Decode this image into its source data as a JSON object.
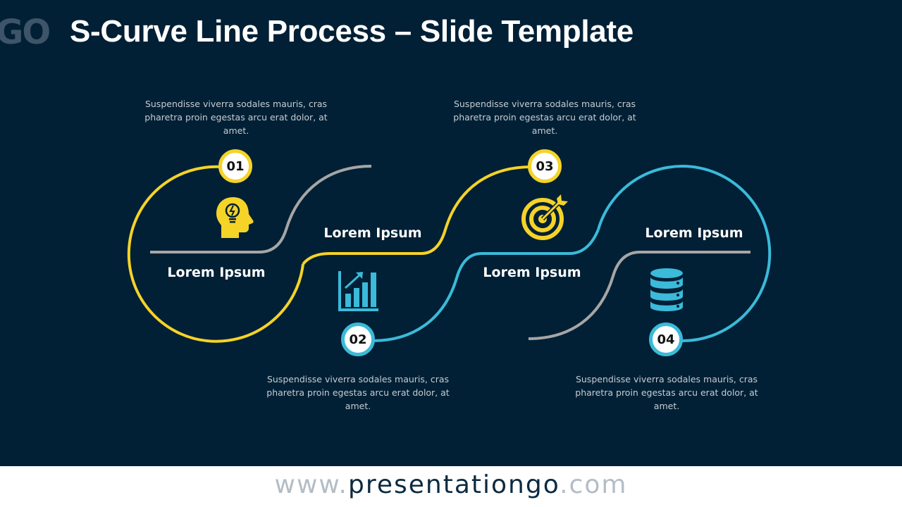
{
  "logo_mark": "GO",
  "title": "S-Curve Line Process – Slide Template",
  "steps": [
    {
      "number": "01",
      "label": "Lorem Ipsum",
      "description": "Suspendisse viverra sodales mauris, cras pharetra proin egestas arcu erat dolor, at amet.",
      "icon": "idea-head-icon",
      "color": "#f5d327"
    },
    {
      "number": "02",
      "label": "Lorem Ipsum",
      "description": "Suspendisse viverra sodales mauris, cras pharetra proin egestas arcu erat dolor, at amet.",
      "icon": "growth-chart-icon",
      "color": "#3bbad9"
    },
    {
      "number": "03",
      "label": "Lorem Ipsum",
      "description": "Suspendisse viverra sodales mauris, cras pharetra proin egestas arcu erat dolor, at amet.",
      "icon": "target-icon",
      "color": "#f5d327"
    },
    {
      "number": "04",
      "label": "Lorem Ipsum",
      "description": "Suspendisse viverra sodales mauris, cras pharetra proin egestas arcu erat dolor, at amet.",
      "icon": "database-icon",
      "color": "#3bbad9"
    }
  ],
  "colors": {
    "background": "#012035",
    "yellow": "#f5d327",
    "blue": "#3bbad9",
    "gray": "#a6a6a6",
    "text": "#ffffff"
  },
  "footer": {
    "url_prefix": "www.",
    "url_main": "presentationgo",
    "url_suffix": ".com"
  }
}
